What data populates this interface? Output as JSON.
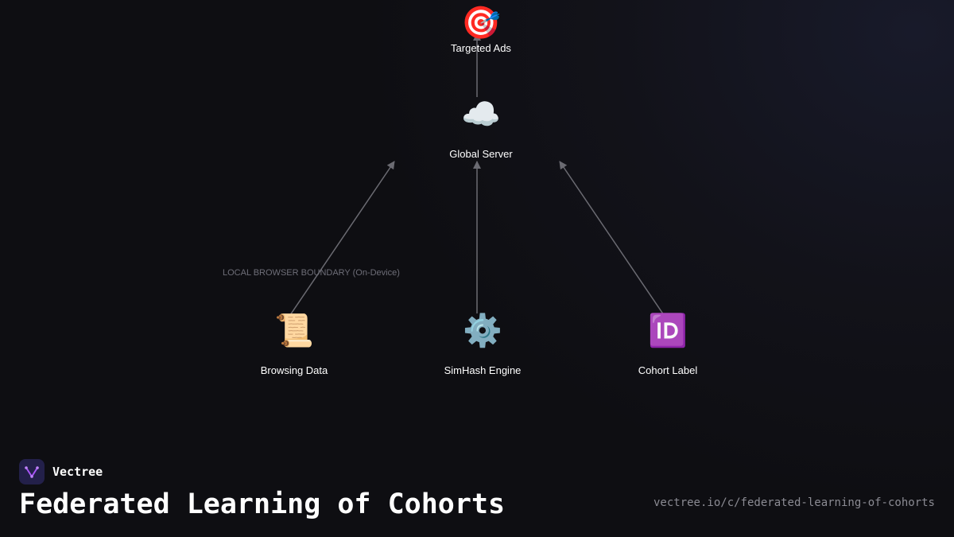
{
  "diagram": {
    "nodes": [
      {
        "id": "targeted_ads",
        "label": "Targeted Ads",
        "icon": "🎯",
        "icon_name": "target-icon"
      },
      {
        "id": "global_server",
        "label": "Global Server",
        "icon": "☁️",
        "icon_name": "cloud-icon"
      },
      {
        "id": "browsing_data",
        "label": "Browsing Data",
        "icon": "📜",
        "icon_name": "scroll-icon"
      },
      {
        "id": "simhash_engine",
        "label": "SimHash Engine",
        "icon": "⚙️",
        "icon_name": "gear-icon"
      },
      {
        "id": "cohort_label",
        "label": "Cohort Label",
        "icon": "🆔",
        "icon_name": "id-badge-icon"
      }
    ],
    "edges": [
      {
        "from": "global_server",
        "to": "targeted_ads"
      },
      {
        "from": "browsing_data",
        "to": "global_server"
      },
      {
        "from": "simhash_engine",
        "to": "global_server"
      },
      {
        "from": "cohort_label",
        "to": "global_server"
      }
    ],
    "boundary_label": "LOCAL BROWSER BOUNDARY (On-Device)",
    "edge_color": "#6b6b72"
  },
  "footer": {
    "brand_name": "Vectree",
    "title": "Federated Learning of Cohorts",
    "url": "vectree.io/c/federated-learning-of-cohorts"
  },
  "colors": {
    "background": "#0e0e12",
    "logo_bg": "#23204a",
    "logo_accent": "#a855f7"
  }
}
